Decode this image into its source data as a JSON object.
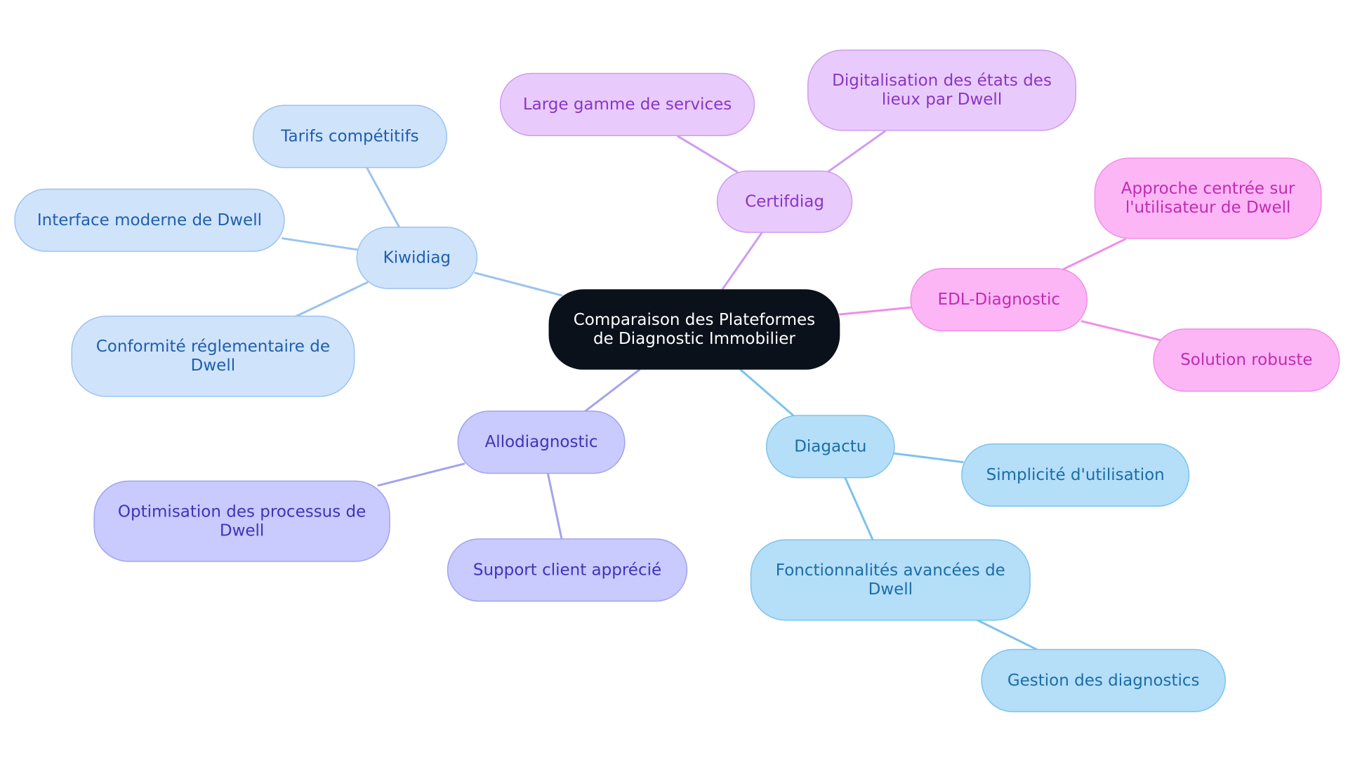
{
  "colors": {
    "center_fill": "#0b111a",
    "center_text": "#ffffff",
    "kiwidiag": {
      "fill": "#cfe3fb",
      "stroke": "#9cc3ef",
      "text": "#1f5fad"
    },
    "certifdiag": {
      "fill": "#e8cbfc",
      "stroke": "#cf9cf0",
      "text": "#8a35c4"
    },
    "edl": {
      "fill": "#fdb6f5",
      "stroke": "#f08ee6",
      "text": "#c02cb3"
    },
    "allodiagnostic": {
      "fill": "#c9cafd",
      "stroke": "#a3a3ee",
      "text": "#3f34b8"
    },
    "diagactu": {
      "fill": "#b5def9",
      "stroke": "#7cc3ec",
      "text": "#1a6ea6"
    }
  },
  "center": {
    "lines": [
      "Comparaison des Plateformes",
      "de Diagnostic Immobilier"
    ]
  },
  "branches": [
    {
      "id": "kiwidiag",
      "label": [
        "Kiwidiag"
      ],
      "children": [
        {
          "label": [
            "Tarifs compétitifs"
          ]
        },
        {
          "label": [
            "Interface moderne de Dwell"
          ]
        },
        {
          "label": [
            "Conformité réglementaire de",
            "Dwell"
          ]
        }
      ]
    },
    {
      "id": "certifdiag",
      "label": [
        "Certifdiag"
      ],
      "children": [
        {
          "label": [
            "Large gamme de services"
          ]
        },
        {
          "label": [
            "Digitalisation des états des",
            "lieux par Dwell"
          ]
        }
      ]
    },
    {
      "id": "edl",
      "label": [
        "EDL-Diagnostic"
      ],
      "children": [
        {
          "label": [
            "Approche centrée sur",
            "l'utilisateur de Dwell"
          ]
        },
        {
          "label": [
            "Solution robuste"
          ]
        }
      ]
    },
    {
      "id": "allodiagnostic",
      "label": [
        "Allodiagnostic"
      ],
      "children": [
        {
          "label": [
            "Optimisation des processus de",
            "Dwell"
          ]
        },
        {
          "label": [
            "Support client apprécié"
          ]
        }
      ]
    },
    {
      "id": "diagactu",
      "label": [
        "Diagactu"
      ],
      "children": [
        {
          "label": [
            "Simplicité d'utilisation"
          ]
        },
        {
          "label": [
            "Fonctionnalités avancées de",
            "Dwell"
          ],
          "children": [
            {
              "label": [
                "Gestion des diagnostics"
              ]
            }
          ]
        }
      ]
    }
  ]
}
